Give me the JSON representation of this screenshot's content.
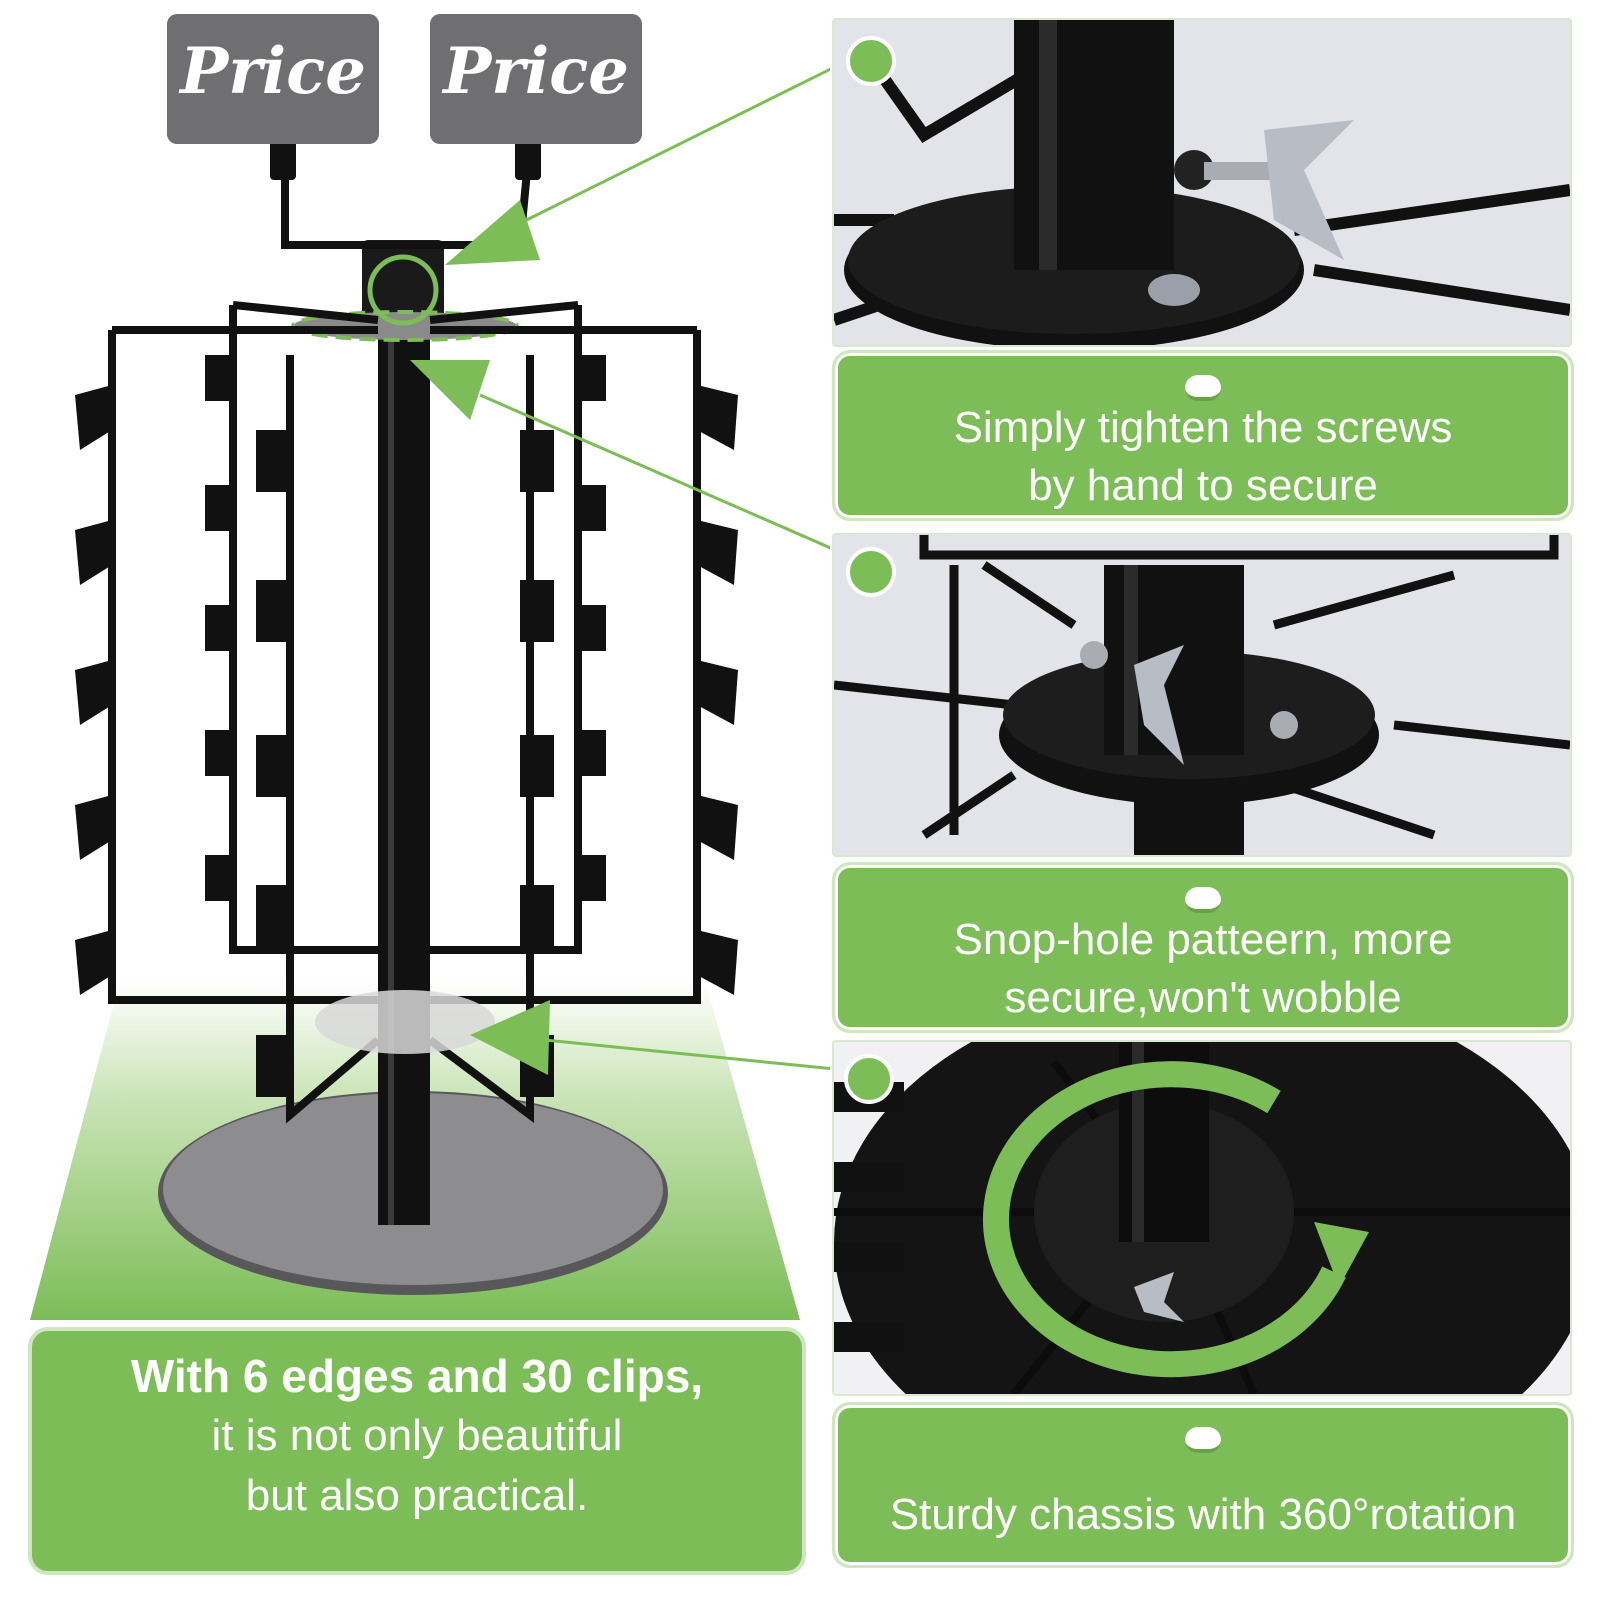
{
  "price_tags": [
    "Price",
    "Price"
  ],
  "captions": {
    "screws": [
      "Simply tighten the screws",
      "by hand to secure"
    ],
    "holes": [
      "Snop-hole patteern, more",
      "secure,won't wobble"
    ],
    "chassis": [
      "Sturdy chassis with 360°rotation"
    ]
  },
  "main_caption": {
    "bold": "With 6 edges and 30 clips,",
    "lines": [
      "it is not only beautiful",
      "but also practical."
    ]
  },
  "colors": {
    "accent": "#7cbd57",
    "metal": "#111111",
    "tag": "#6f6f72"
  }
}
